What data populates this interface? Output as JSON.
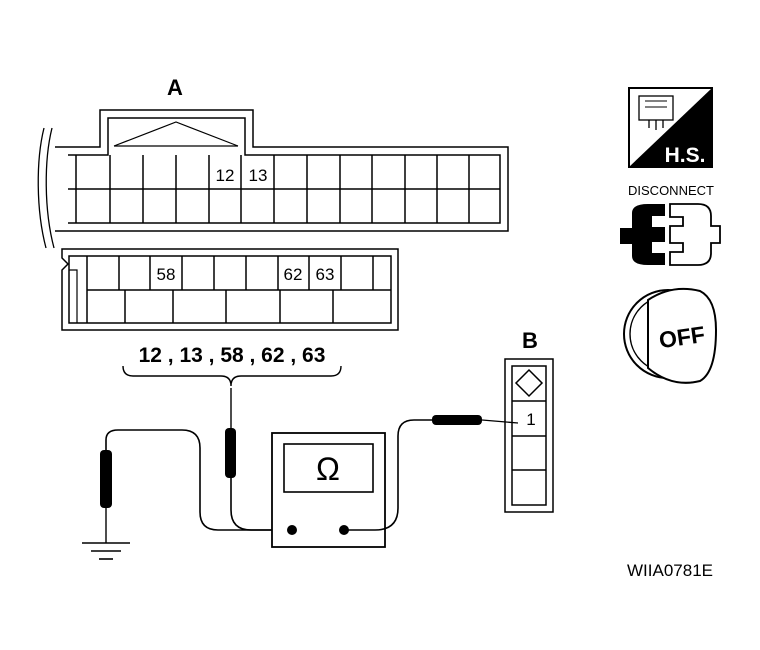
{
  "connector_a": {
    "label": "A",
    "pins_upper": [
      "12",
      "13"
    ],
    "pins_lower": [
      "58",
      "62",
      "63"
    ]
  },
  "pin_list": "12 , 13 , 58 , 62 , 63",
  "connector_b": {
    "label": "B",
    "pin": "1"
  },
  "meter": {
    "symbol": "Ω"
  },
  "icons": {
    "harness_side_text": "H.S.",
    "disconnect_text": "DISCONNECT",
    "ignition_text": "OFF"
  },
  "figure_code": "WIIA0781E"
}
